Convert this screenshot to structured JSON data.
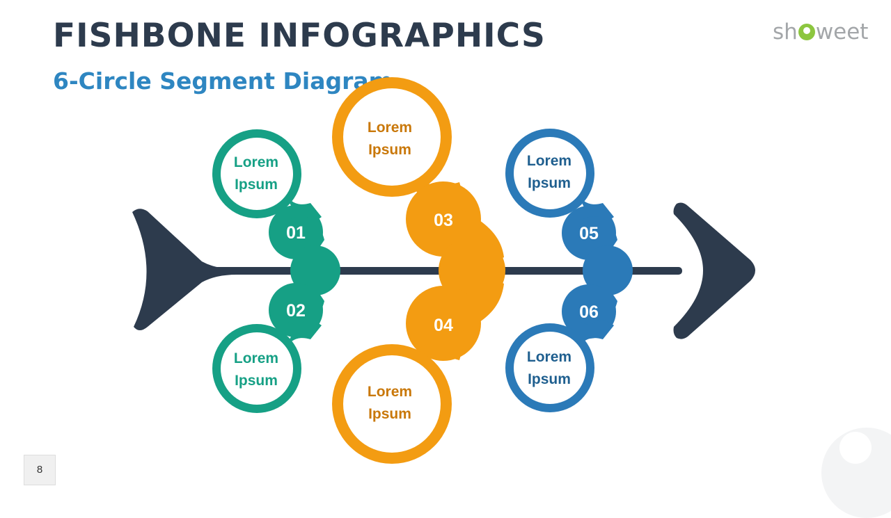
{
  "header": {
    "title": "FISHBONE INFOGRAPHICS",
    "subtitle": "6-Circle Segment Diagram"
  },
  "logo": {
    "text_before": "sh",
    "text_after": "weet"
  },
  "footer": {
    "page_number": "8"
  },
  "colors": {
    "spine": "#2d3b4d",
    "teal": "#16a085",
    "orange": "#f39c12",
    "orange_text": "#c9780a",
    "blue": "#2b7ab8",
    "blue_text": "#1f5f8f"
  },
  "segments": [
    {
      "number": "01",
      "label_line1": "Lorem",
      "label_line2": "Ipsum"
    },
    {
      "number": "02",
      "label_line1": "Lorem",
      "label_line2": "Ipsum"
    },
    {
      "number": "03",
      "label_line1": "Lorem",
      "label_line2": "Ipsum"
    },
    {
      "number": "04",
      "label_line1": "Lorem",
      "label_line2": "Ipsum"
    },
    {
      "number": "05",
      "label_line1": "Lorem",
      "label_line2": "Ipsum"
    },
    {
      "number": "06",
      "label_line1": "Lorem",
      "label_line2": "Ipsum"
    }
  ]
}
